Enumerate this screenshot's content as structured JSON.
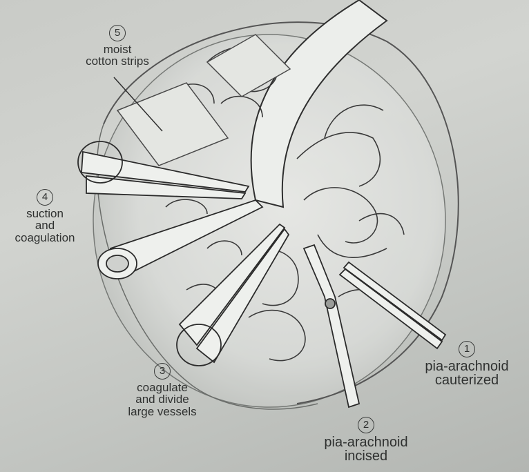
{
  "labels": [
    {
      "num": "5",
      "lines": [
        "moist",
        "cotton strips"
      ]
    },
    {
      "num": "4",
      "lines": [
        "suction",
        "and",
        "coagulation"
      ]
    },
    {
      "num": "3",
      "lines": [
        "coagulate",
        "and divide",
        "large vessels"
      ]
    },
    {
      "num": "2",
      "lines": [
        "pia-arachnoid",
        "incised"
      ]
    },
    {
      "num": "1",
      "lines": [
        "pia-arachnoid",
        "cauterized"
      ]
    }
  ]
}
